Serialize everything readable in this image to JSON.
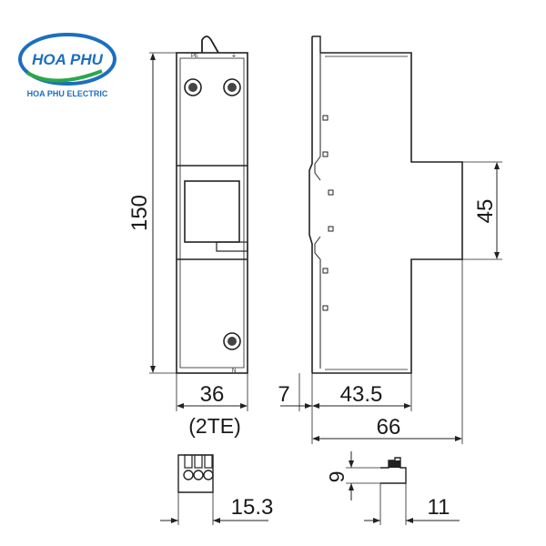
{
  "logo": {
    "name": "HOA PHU",
    "subtitle": "HOA PHU ELECTRIC",
    "colors": {
      "blue": "#1b6fc0",
      "green": "#2aa84a",
      "text": "#1b6fc0"
    }
  },
  "front_view": {
    "terminal_labels": {
      "top": "PE",
      "bottom": "N"
    },
    "height_label": "150",
    "width_label": "36",
    "width_note": "(2TE)"
  },
  "side_view": {
    "clip_label": "7",
    "body_label": "43.5",
    "total_label": "66",
    "head_label": "45"
  },
  "connector": {
    "width_label": "15.3"
  },
  "detail": {
    "height_label": "9",
    "width_label": "11"
  }
}
